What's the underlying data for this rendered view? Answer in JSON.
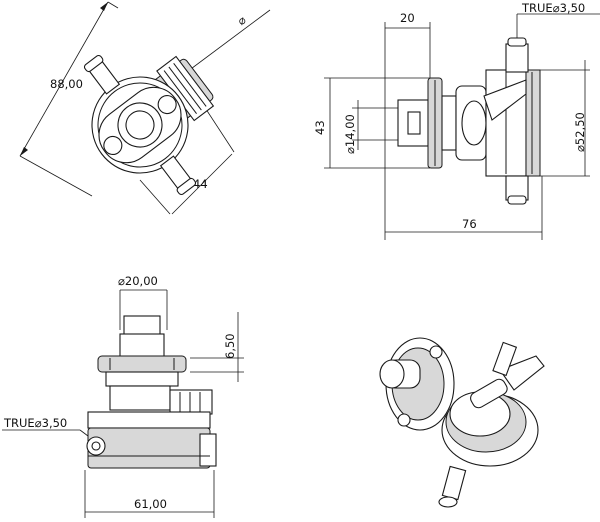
{
  "dimensions": {
    "top_left": {
      "diameter_symbol": "⌀",
      "length": "88,00",
      "width": "44"
    },
    "top_right": {
      "width": "20",
      "true_dia": "TRUE⌀3,50",
      "height": "43",
      "inner_dia": "⌀14,00",
      "outer_dia": "⌀52,50",
      "length": "76"
    },
    "bottom_left": {
      "dia": "⌀20,00",
      "height": "6,50",
      "true_dia": "TRUE⌀3,50",
      "width": "61,00"
    }
  },
  "colors": {
    "line": "#1a1a1a",
    "shade": "#d8d8d8",
    "background": "#ffffff"
  }
}
